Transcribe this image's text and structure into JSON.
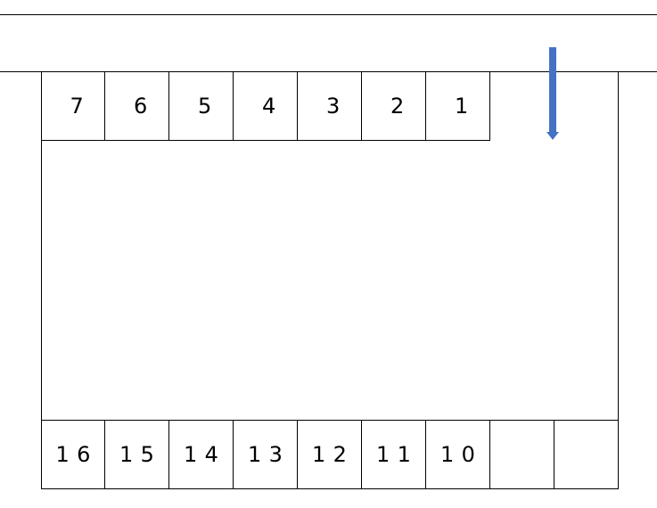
{
  "top_row": [
    "7",
    "6",
    "5",
    "4",
    "3",
    "2",
    "1"
  ],
  "bottom_row": [
    "16",
    "15",
    "14",
    "13",
    "12",
    "11",
    "10",
    "",
    ""
  ],
  "colors": {
    "arrow": "#4472c4",
    "lines": "#000000"
  }
}
